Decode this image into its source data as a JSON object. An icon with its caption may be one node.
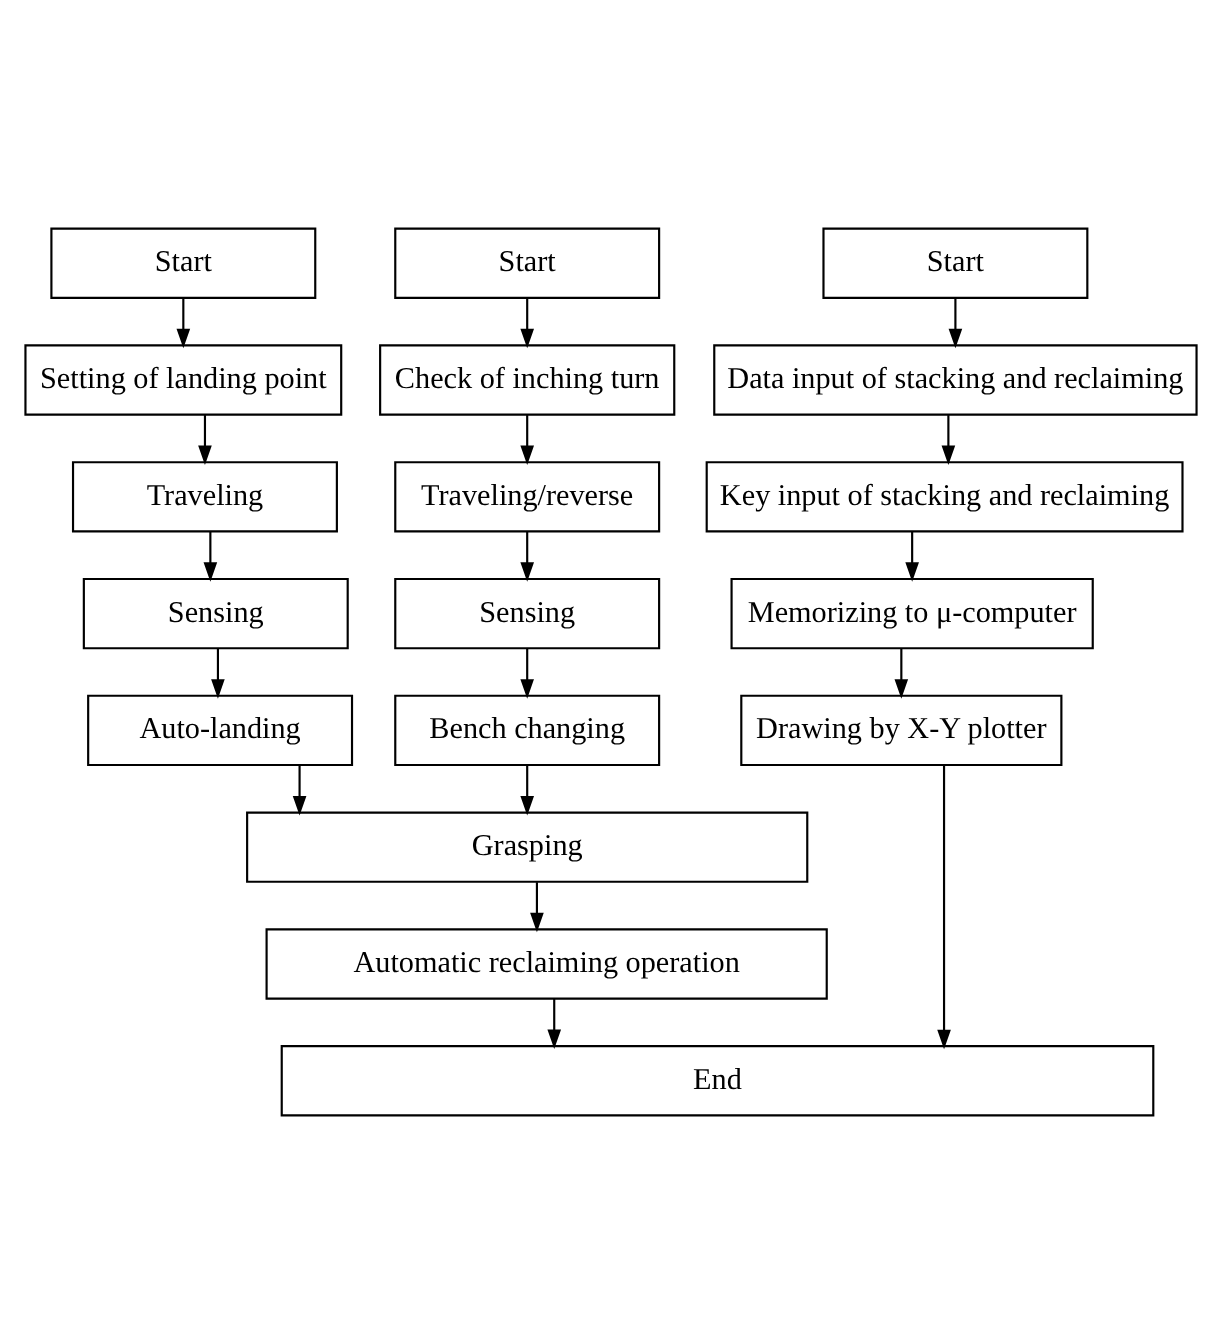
{
  "diagram": {
    "nodes": [
      {
        "text": [
          "Start"
        ]
      },
      {
        "text": [
          "Setting of landing point"
        ]
      },
      {
        "text": [
          "Traveling"
        ]
      },
      {
        "text": [
          "Sensing"
        ]
      },
      {
        "text": [
          "Auto-landing"
        ]
      },
      {
        "text": [
          "Start"
        ]
      },
      {
        "text": [
          "Check of inching turn"
        ]
      },
      {
        "text": [
          "Traveling/reverse"
        ]
      },
      {
        "text": [
          "Sensing"
        ]
      },
      {
        "text": [
          "Bench changing"
        ]
      },
      {
        "text": [
          "Start"
        ]
      },
      {
        "text": [
          "Data input of stacking and reclaiming"
        ]
      },
      {
        "text": [
          "Key input of stacking and reclaiming"
        ]
      },
      {
        "text": [
          "Memorizing to μ-computer"
        ]
      },
      {
        "text": [
          "Drawing by X-Y plotter"
        ]
      },
      {
        "text": [
          "Grasping"
        ]
      },
      {
        "text": [
          "Automatic reclaiming operation"
        ]
      },
      {
        "text": [
          "End"
        ]
      }
    ],
    "edges": [
      {
        "from": 0,
        "to": 1,
        "arrow": "to"
      },
      {
        "from": 1,
        "to": 2,
        "arrow": "to"
      },
      {
        "from": 2,
        "to": 3,
        "arrow": "to"
      },
      {
        "from": 3,
        "to": 4,
        "arrow": "to"
      },
      {
        "from": 4,
        "to": 15,
        "arrow": "to"
      },
      {
        "from": 5,
        "to": 6,
        "arrow": "to"
      },
      {
        "from": 6,
        "to": 7,
        "arrow": "to"
      },
      {
        "from": 7,
        "to": 8,
        "arrow": "to"
      },
      {
        "from": 8,
        "to": 9,
        "arrow": "to"
      },
      {
        "from": 9,
        "to": 15,
        "arrow": "to"
      },
      {
        "from": 15,
        "to": 16,
        "arrow": "to"
      },
      {
        "from": 16,
        "to": 17,
        "arrow": "to"
      },
      {
        "from": 10,
        "to": 11,
        "arrow": "to"
      },
      {
        "from": 11,
        "to": 12,
        "arrow": "to"
      },
      {
        "from": 12,
        "to": 13,
        "arrow": "to"
      },
      {
        "from": 13,
        "to": 14,
        "arrow": "to"
      },
      {
        "from": 14,
        "to": 17,
        "arrow": "to"
      }
    ]
  }
}
